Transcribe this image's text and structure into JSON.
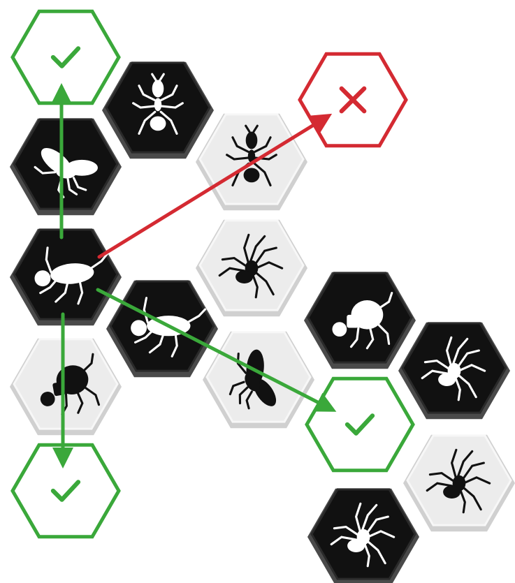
{
  "board": {
    "pieces": [
      {
        "bug": "ant",
        "side": "black"
      },
      {
        "bug": "bee",
        "side": "black"
      },
      {
        "bug": "ant",
        "side": "white"
      },
      {
        "bug": "cockroach",
        "side": "black"
      },
      {
        "bug": "spider",
        "side": "white"
      },
      {
        "bug": "cockroach",
        "side": "black"
      },
      {
        "bug": "beetle",
        "side": "white"
      },
      {
        "bug": "bee",
        "side": "white"
      },
      {
        "bug": "beetle",
        "side": "black"
      },
      {
        "bug": "spider",
        "side": "black"
      },
      {
        "bug": "spider",
        "side": "white"
      },
      {
        "bug": "spider",
        "side": "black"
      }
    ],
    "targets": [
      {
        "status": "valid",
        "icon": "check-icon"
      },
      {
        "status": "invalid",
        "icon": "cross-icon"
      },
      {
        "status": "valid",
        "icon": "check-icon"
      },
      {
        "status": "valid",
        "icon": "check-icon"
      }
    ],
    "colors": {
      "black_tile": "#111111",
      "black_tile_edge": "#4a4a4a",
      "white_tile": "#ececec",
      "white_tile_edge": "#d0d0d0",
      "valid": "#3aa83a",
      "invalid": "#d42a32"
    }
  }
}
